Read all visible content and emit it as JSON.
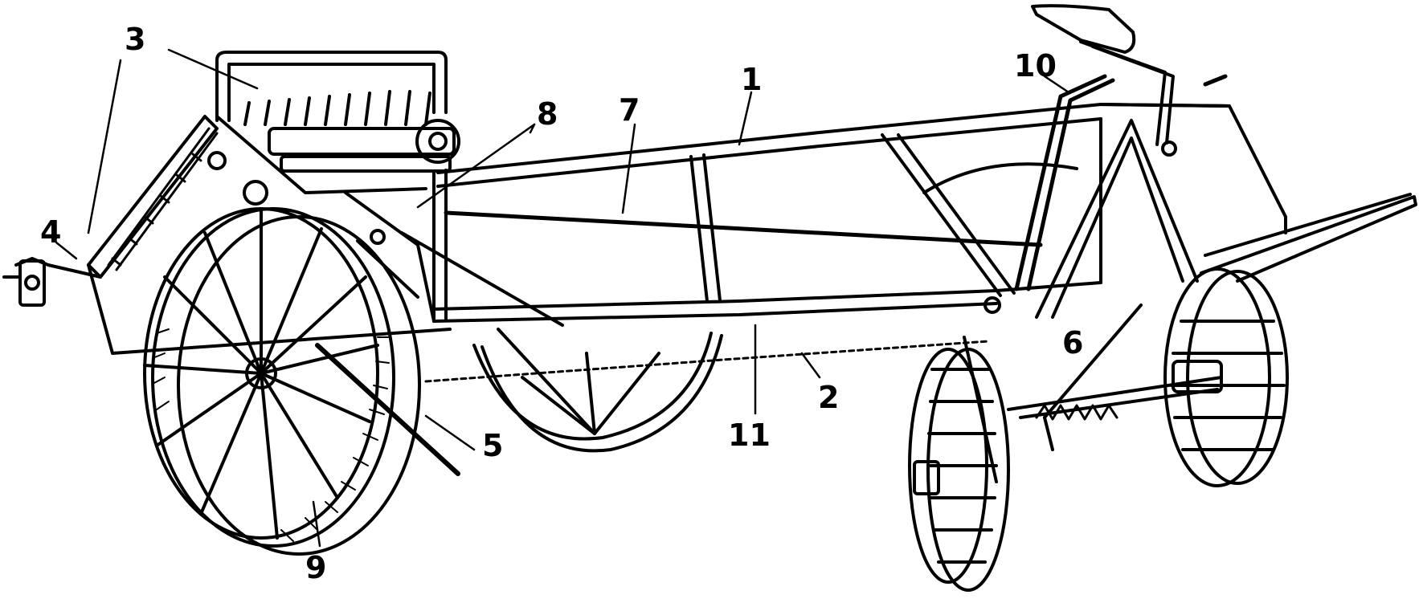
{
  "figure": {
    "subject": "manure spreader",
    "ink_color": "#000000",
    "paper_color": "#ffffff"
  },
  "callouts": [
    {
      "id": "1",
      "label": "1"
    },
    {
      "id": "2",
      "label": "2"
    },
    {
      "id": "3",
      "label": "3"
    },
    {
      "id": "4",
      "label": "4"
    },
    {
      "id": "5",
      "label": "5"
    },
    {
      "id": "6",
      "label": "6"
    },
    {
      "id": "7",
      "label": "7"
    },
    {
      "id": "8",
      "label": "8"
    },
    {
      "id": "9",
      "label": "9"
    },
    {
      "id": "10",
      "label": "10"
    },
    {
      "id": "11",
      "label": "11"
    }
  ]
}
